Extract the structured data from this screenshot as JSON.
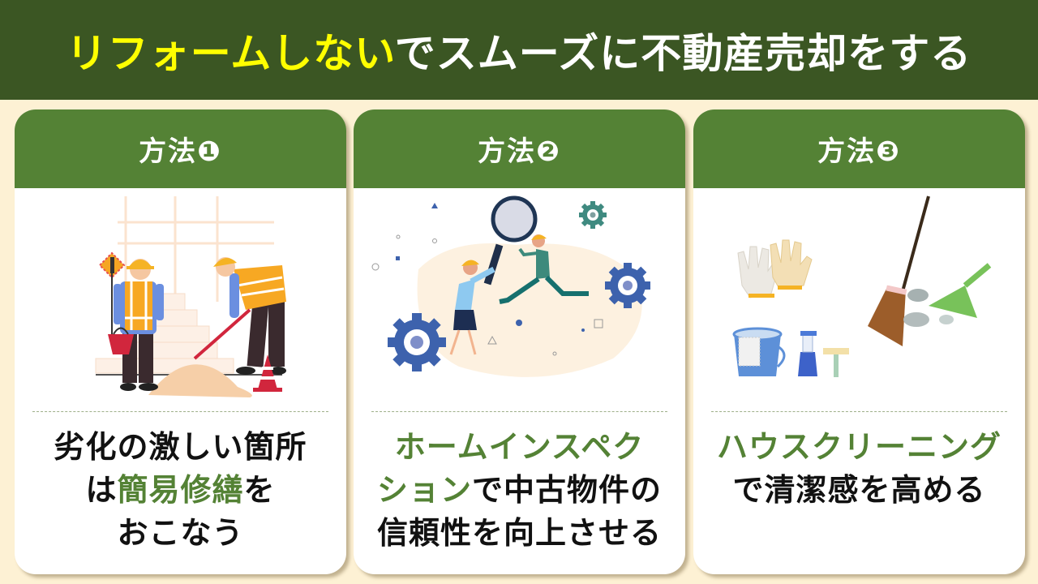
{
  "title": {
    "highlight": "リフォームしない",
    "rest": "でスムーズに不動産売却をする"
  },
  "colors": {
    "title_bg": "#3b5623",
    "title_highlight": "#ffff00",
    "page_bg": "#fdf1d4",
    "card_header": "#548235",
    "accent_text": "#548235"
  },
  "cards": [
    {
      "header": "方法❶",
      "illustration": "construction-workers-illustration",
      "lines": [
        [
          {
            "text": "劣化の激しい箇所",
            "accent": false
          }
        ],
        [
          {
            "text": "は",
            "accent": false
          },
          {
            "text": "簡易修繕",
            "accent": true
          },
          {
            "text": "を",
            "accent": false
          }
        ],
        [
          {
            "text": "おこなう",
            "accent": false
          }
        ]
      ]
    },
    {
      "header": "方法❷",
      "illustration": "home-inspection-illustration",
      "lines": [
        [
          {
            "text": "ホームインスペク",
            "accent": true
          }
        ],
        [
          {
            "text": "ション",
            "accent": true
          },
          {
            "text": "で中古物件の",
            "accent": false
          }
        ],
        [
          {
            "text": "信頼性を向上させる",
            "accent": false
          }
        ]
      ]
    },
    {
      "header": "方法❸",
      "illustration": "cleaning-tools-illustration",
      "lines": [
        [
          {
            "text": "ハウスクリーニング",
            "accent": true
          }
        ],
        [
          {
            "text": "で清潔感を高める",
            "accent": false
          }
        ]
      ]
    }
  ]
}
